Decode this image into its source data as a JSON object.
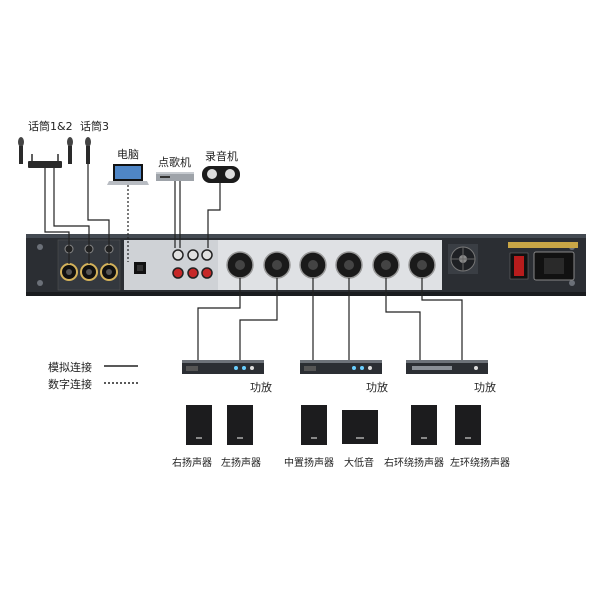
{
  "sources": {
    "mic12_label": "话筒1&2",
    "mic3_label": "话筒3",
    "computer_label": "电脑",
    "player_label": "点歌机",
    "recorder_label": "录音机"
  },
  "legend": {
    "analog_label": "模拟连接",
    "digital_label": "数字连接"
  },
  "amplifiers": {
    "label": "功放"
  },
  "speakers": {
    "right_front": "右扬声器",
    "left_front": "左扬声器",
    "center": "中置扬声器",
    "subwoofer": "大低音",
    "right_surround": "右环绕扬声器",
    "left_surround": "左环绕扬声器"
  },
  "colors": {
    "chassis": "#2b2e33",
    "panel_light": "#dfe1e4",
    "wire": "#222222",
    "speaker": "#1c1c1e",
    "rca_red": "#c62828",
    "rca_white": "#e0e0e0"
  }
}
